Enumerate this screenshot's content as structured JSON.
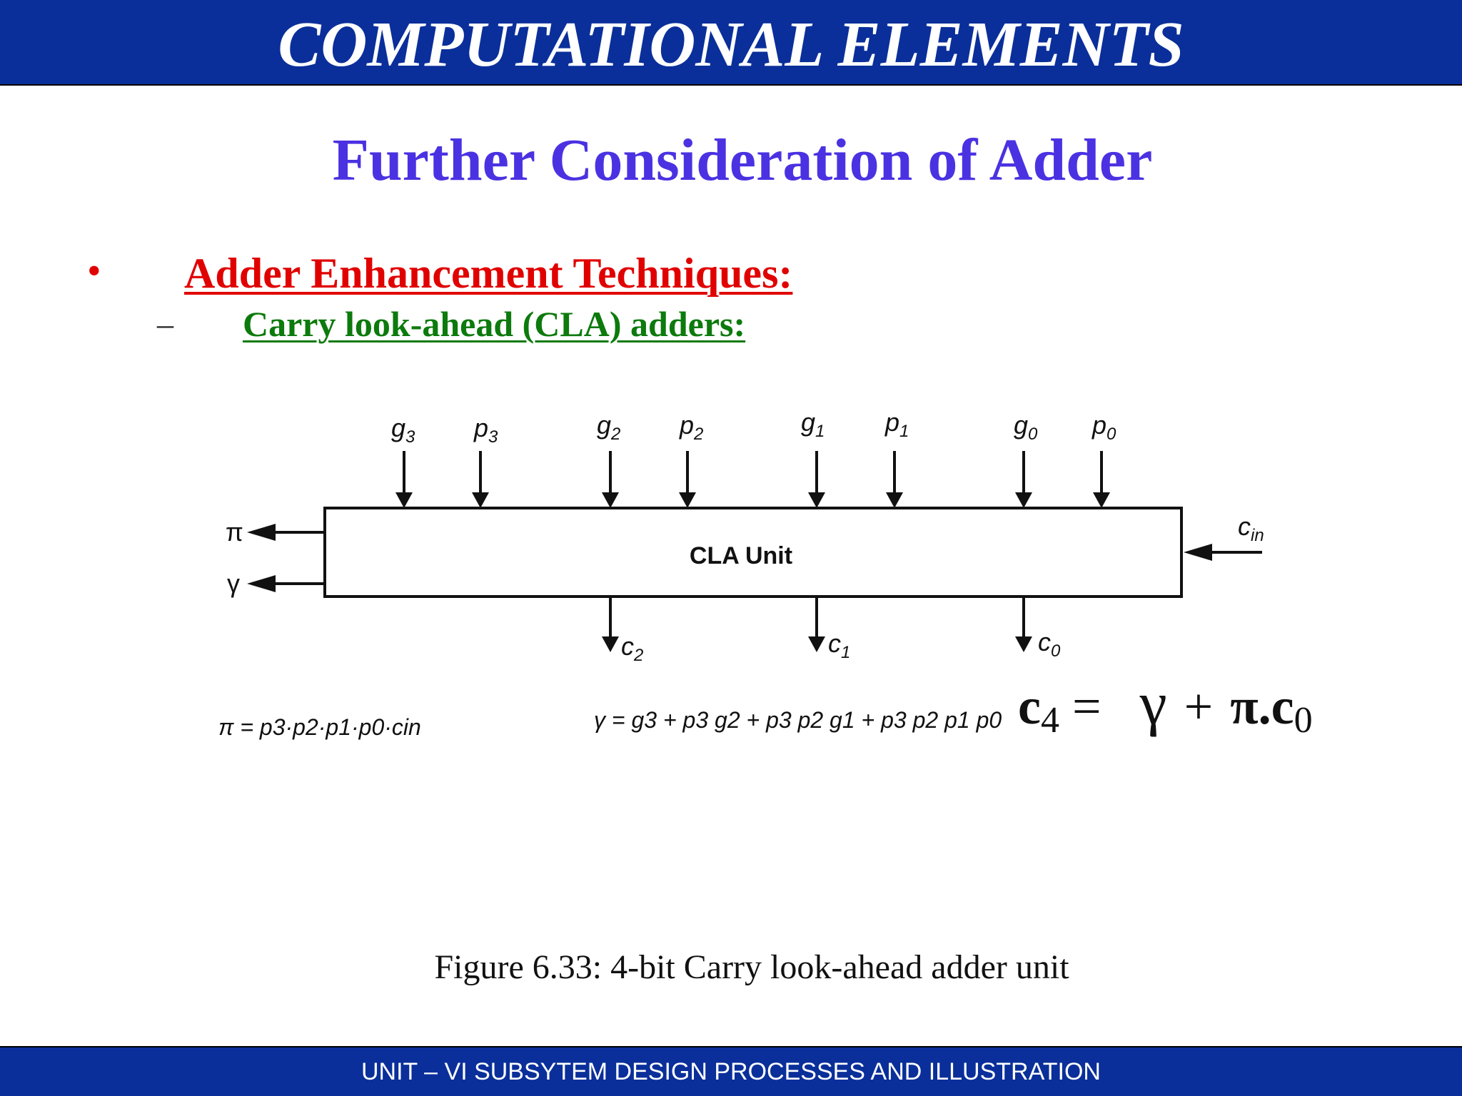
{
  "header": {
    "title": "COMPUTATIONAL ELEMENTS"
  },
  "slide": {
    "title": "Further Consideration of Adder"
  },
  "bullets": [
    {
      "mark": "•",
      "text": "Adder Enhancement Techniques:",
      "sub": {
        "mark": "–",
        "text": "Carry look-ahead (CLA) adders:"
      }
    }
  ],
  "diagram": {
    "unit_label": "CLA Unit",
    "inputs_top": [
      {
        "g": "g",
        "g_sub": "3",
        "p": "p",
        "p_sub": "3"
      },
      {
        "g": "g",
        "g_sub": "2",
        "p": "p",
        "p_sub": "2"
      },
      {
        "g": "g",
        "g_sub": "1",
        "p": "p",
        "p_sub": "1"
      },
      {
        "g": "g",
        "g_sub": "0",
        "p": "p",
        "p_sub": "0"
      }
    ],
    "outputs_bottom": [
      {
        "label": "c",
        "sub": "2"
      },
      {
        "label": "c",
        "sub": "1"
      },
      {
        "label": "c",
        "sub": "0"
      }
    ],
    "outputs_left": [
      {
        "label": "π"
      },
      {
        "label": "γ"
      }
    ],
    "input_right": {
      "label": "c",
      "sub": "in"
    },
    "pi_equation": "π = p3·p2·p1·p0·cin",
    "gamma_equation": "γ = g3 + p3 g2 + p3 p2 g1 + p3 p2 p1 p0",
    "c4_equation": {
      "lhs": "c",
      "lhs_sub": "4",
      "eq": "=",
      "gamma": "γ",
      "plus": "+",
      "pi": "π",
      "dot": ".",
      "c": "c",
      "c_sub": "0"
    }
  },
  "caption": "Figure 6.33: 4-bit Carry look-ahead adder unit",
  "footer": {
    "text": "UNIT – VI SUBSYTEM DESIGN PROCESSES AND ILLUSTRATION"
  }
}
